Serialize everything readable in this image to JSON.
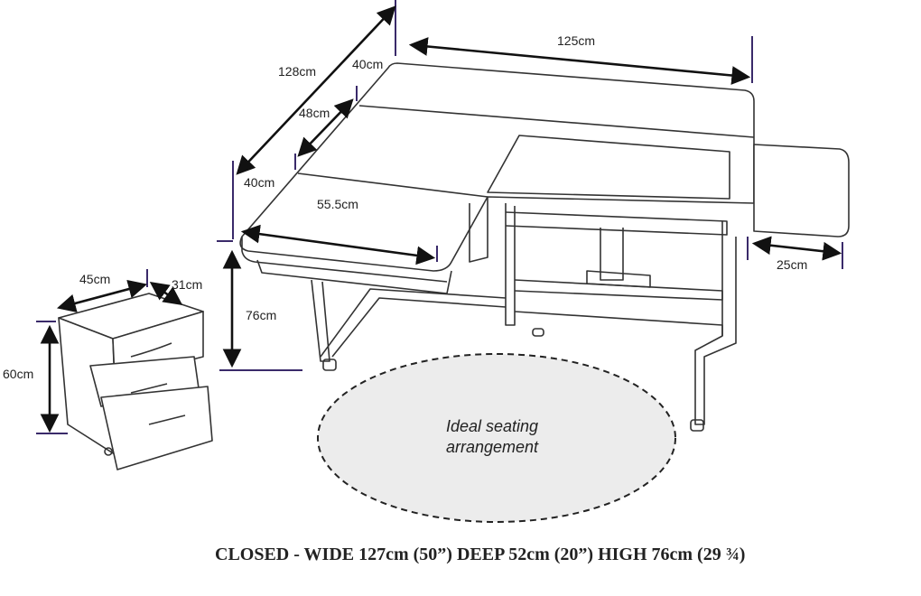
{
  "diagram": {
    "dimensions": {
      "overall_width": "125cm",
      "overall_depth": "128cm",
      "back_leaf_depth": "40cm",
      "middle_depth": "48cm",
      "front_leaf_depth": "40cm",
      "front_leaf_width": "55.5cm",
      "side_leaf_width": "25cm",
      "table_height": "76cm",
      "drawer_width": "45cm",
      "drawer_depth": "31cm",
      "drawer_height": "60cm"
    },
    "seating_label_line1": "Ideal seating",
    "seating_label_line2": "arrangement",
    "caption": "CLOSED - WIDE 127cm (50”) DEEP 52cm (20”) HIGH 76cm  (29 ¾)"
  }
}
